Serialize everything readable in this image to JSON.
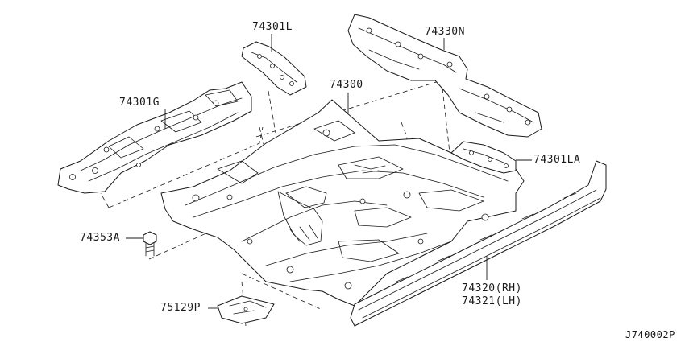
{
  "callouts": {
    "p74301L": "74301L",
    "p74330N": "74330N",
    "p74300": "74300",
    "p74301G": "74301G",
    "p74301LA": "74301LA",
    "p74353A": "74353A",
    "p75129P": "75129P",
    "p74320": "74320(RH)",
    "p74321": "74321(LH)"
  },
  "diagram_code": "J740002P"
}
